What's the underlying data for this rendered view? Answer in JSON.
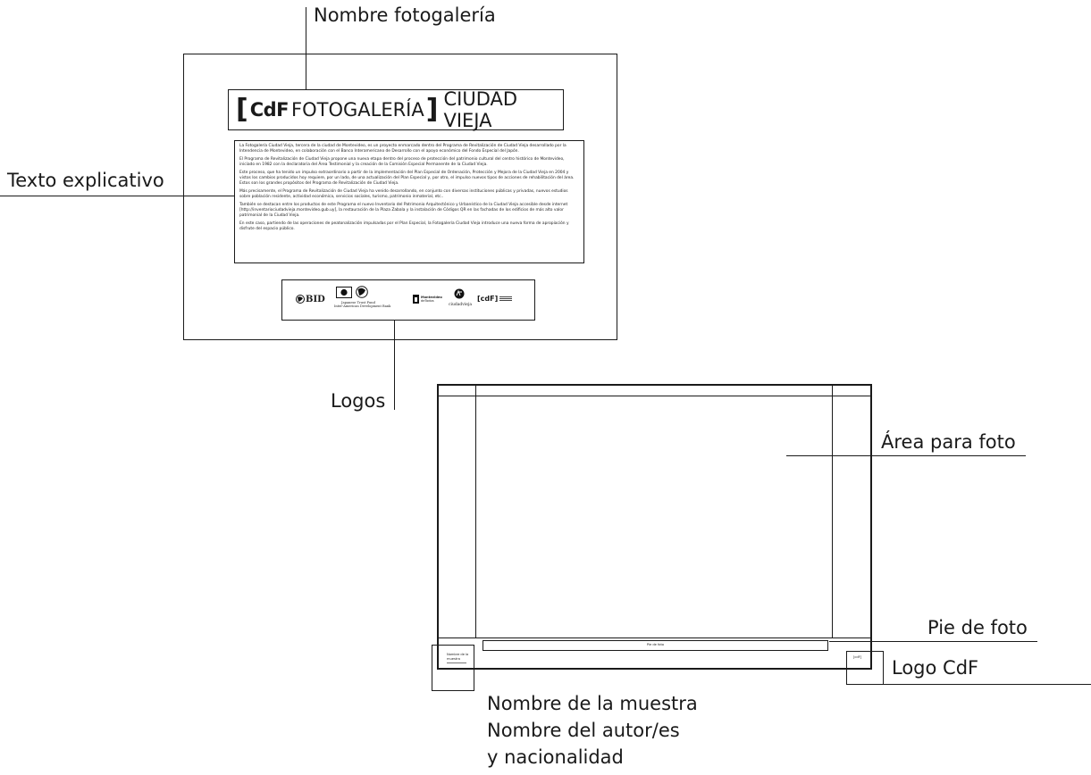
{
  "labels": {
    "nombre_fotogaleria": "Nombre fotogalería",
    "texto_explicativo": "Texto explicativo",
    "logos": "Logos",
    "area_para_foto": "Área para foto",
    "pie_de_foto": "Pie de foto",
    "logo_cdf": "Logo CdF",
    "nombre_muestra": [
      "Nombre de la muestra",
      "Nombre del autor/es",
      "y nacionalidad"
    ]
  },
  "panel": {
    "title_brand": "CdF",
    "title_main": "FOTOGALERÍA",
    "title_sub": "CIUDAD VIEJA",
    "paragraphs": [
      "La Fotogalería Ciudad Vieja, tercera de la ciudad de Montevideo, es un proyecto enmarcado dentro del Programa de Revitalización de Ciudad Vieja desarrollado por la Intendencia de Montevideo, en colaboración con el Banco Interamericano de Desarrollo con el apoyo económico del Fondo Especial del Japón.",
      "El Programa de Revitalización de Ciudad Vieja propone una nueva etapa dentro del proceso de protección del patrimonio cultural del centro histórico de Montevideo, iniciado en 1982 con la declaratoria del Área Testimonial y la creación de la Comisión Especial Permanente de la Ciudad Vieja.",
      "Este proceso, que ha tenido un impulso extraordinario a partir de la implementación del Plan Especial de Ordenación, Protección y Mejora de la Ciudad Vieja en 2004 y vistos los cambios producidos hoy requiere, por un lado, de una actualización del Plan Especial y, por otro, el impulso nuevos tipos de acciones de rehabilitación del área. Estos son los grandes propósitos del Programa de Revitalización de Ciudad Vieja.",
      "Más precisamente, el Programa de Revitalización de Ciudad Vieja ha venido desarrollando, en conjunto con diversas instituciones públicas y privadas, nuevos estudios sobre población residente, actividad económica, servicios sociales, turismo, patrimonio inmaterial, etc..",
      "También se destacan entre los productos de este Programa el nuevo Inventario del Patrimonio Arquitectónico y Urbanístico de la Ciudad Vieja accesible desde internet [http://inventariociudadvieja.montevideo.gub.uy], la restauración de la Plaza Zabala y la instalación de Códigos QR en las fachadas de los edificios de más alto valor patrimonial de la Ciudad Vieja.",
      "En este caso, partiendo de las operaciones de peatonalización impulsadas por el Plan Especial, la Fotogalería Ciudad Vieja introduce una nueva forma de apropiación y disfrute del espacio público."
    ],
    "logos": {
      "bid": "BID",
      "japan_line1": "Japanese Trust Fund",
      "japan_line2": "Inter-American Development Bank",
      "montevideo_line1": "Montevideo",
      "montevideo_line2": "deTodos",
      "ciudadvieja": "ciudadvieja",
      "cdf": "[cdF]"
    }
  },
  "frame": {
    "caption_placeholder": "Pie de foto",
    "name_placeholder_1": "Nombre de la",
    "name_placeholder_2": "muestra",
    "logo_placeholder": "[cdF]"
  }
}
